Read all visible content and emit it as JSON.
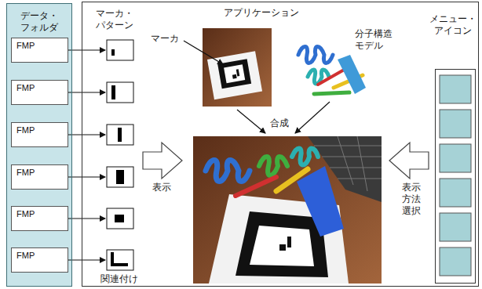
{
  "diagram": {
    "nodes": [
      {
        "text": [
          "データ・フォルダ"
        ]
      },
      {
        "text": [
          "FMP"
        ],
        "in": 0
      },
      {
        "text": [
          "FMP"
        ],
        "in": 0
      },
      {
        "text": [
          "FMP"
        ],
        "in": 0
      },
      {
        "text": [
          "FMP"
        ],
        "in": 0
      },
      {
        "text": [
          "FMP"
        ],
        "in": 0
      },
      {
        "text": [
          "FMP"
        ],
        "in": 0
      },
      {
        "text": [
          "アプリケーション"
        ]
      },
      {
        "text": [
          "メニュー・アイコン"
        ],
        "in": 7
      }
    ],
    "labels": [
      "マーカ・パターン",
      "関連付け",
      "表示",
      "マーカ",
      "分子構造モデル",
      "合成",
      "表示方法選択"
    ]
  }
}
